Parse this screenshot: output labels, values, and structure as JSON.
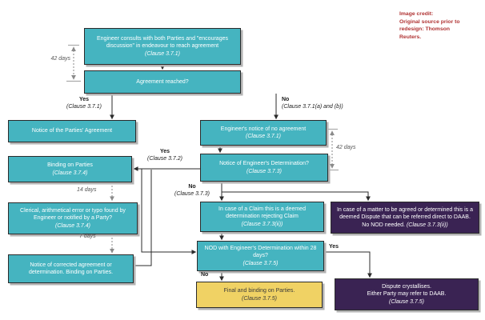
{
  "colors": {
    "teal": "#45b4c0",
    "purple": "#3a2353",
    "yellow": "#f0d264",
    "credit_red": "#b03333"
  },
  "credit": {
    "line1": "Image credit:",
    "line2": "Original source prior to",
    "line3": "redesign: Thomson",
    "line4": "Reuters."
  },
  "nodes": {
    "consult": {
      "text": "Engineer consults with both Parties and \"encourages discussion\" in endeavour to reach agreement",
      "clause": "(Clause 3.7.1)"
    },
    "agreement_reached": {
      "text": "Agreement reached?"
    },
    "parties_agreement": {
      "text": "Notice of the Parties' Agreement"
    },
    "no_agreement": {
      "text": "Engineer's notice of no agreement",
      "clause": "(Clause 3.7.1)"
    },
    "binding": {
      "text": "Binding on Parties",
      "clause": "(Clause 3.7.4)"
    },
    "determination": {
      "text": "Notice of Engineer's Determination?",
      "clause": "(Clause 3.7.3)"
    },
    "clerical": {
      "text": "Clerical, arithmetical error or typo found by Engineer or notified by a Party?",
      "clause": "(Clause 3.7.4)"
    },
    "corrected": {
      "text": "Notice of corrected agreement or determination.  Binding on Parties."
    },
    "deemed_rejection": {
      "text": "In case of a Claim this is a deemed determination rejecting Claim",
      "clause": "(Clause 3.7.3(ii))"
    },
    "deemed_dispute": {
      "text": "In case of a matter to be agreed or determined this is a deemed Dispute that can be referred direct to DAAB.  No NOD needed. ",
      "clause": "(Clause 3.7.3(ii))"
    },
    "nod": {
      "text": "NOD with Engineer's Determination within 28 days?",
      "clause": "(Clause 3.7.5)"
    },
    "final_binding": {
      "text": "Final and binding on Parties.",
      "clause": "(Clause 3.7.5)"
    },
    "dispute_crystallises": {
      "text": "Dispute crystallises.",
      "text2": "Either Party may refer to DAAB.",
      "clause": "(Clause 3.7.5)"
    }
  },
  "labels": {
    "yes1": "Yes",
    "yes1_clause": "(Clause 3.7.1)",
    "no1": "No",
    "no1_clause": "(Clause 3.7.1(a) and (b))",
    "yes2": "Yes",
    "yes2_clause": "(Clause 3.7.2)",
    "no2": "No",
    "no2_clause": "(Clause 3.7.3)",
    "yes3": "Yes",
    "no3": "No",
    "days42_left": "42 days",
    "days42_right": "42 days",
    "days14": "14 days",
    "days7": "7 days"
  }
}
